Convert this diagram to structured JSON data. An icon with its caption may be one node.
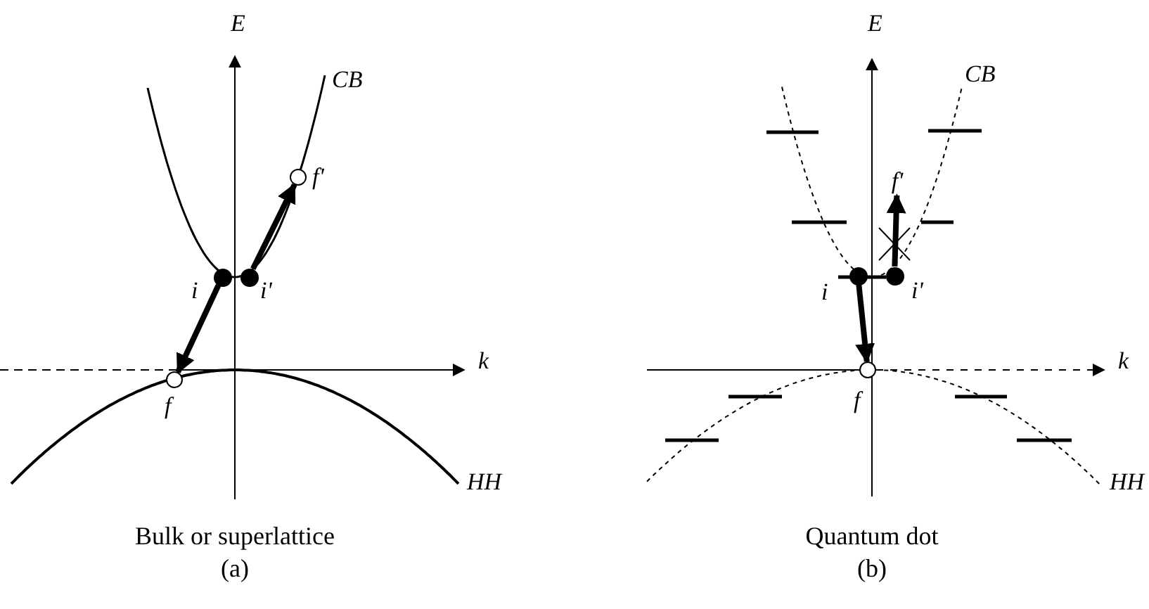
{
  "diagram": {
    "nodes": [
      {
        "text": [],
        "shape": "dot",
        "beside": [
          "i"
        ]
      },
      {
        "text": [],
        "shape": "dot",
        "beside": [
          "i'"
        ]
      },
      {
        "text": [],
        "shape": "circle",
        "beside": [
          "f'"
        ]
      },
      {
        "text": [],
        "shape": "circle",
        "beside": [
          "f"
        ]
      },
      {
        "text": [],
        "shape": "dot",
        "beside": [
          "i"
        ]
      },
      {
        "text": [],
        "shape": "dot",
        "beside": [
          "i'"
        ]
      },
      {
        "text": [],
        "shape": "circle",
        "beside": [
          "f"
        ]
      },
      {
        "text": [
          "f'"
        ]
      }
    ],
    "edges": [
      {
        "from": 0,
        "to": 3,
        "arrow": "to"
      },
      {
        "from": 1,
        "to": 2,
        "arrow": "to"
      },
      {
        "from": 4,
        "to": 6,
        "arrow": "to"
      },
      {
        "from": 5,
        "to": 7,
        "arrow": "to"
      }
    ],
    "labels": [
      "E",
      "CB",
      "k⃗",
      "HH",
      "Bulk or superlattice",
      "(a)",
      "E",
      "CB",
      "k⃗",
      "HH",
      "Quantum dot",
      "(b)"
    ]
  }
}
